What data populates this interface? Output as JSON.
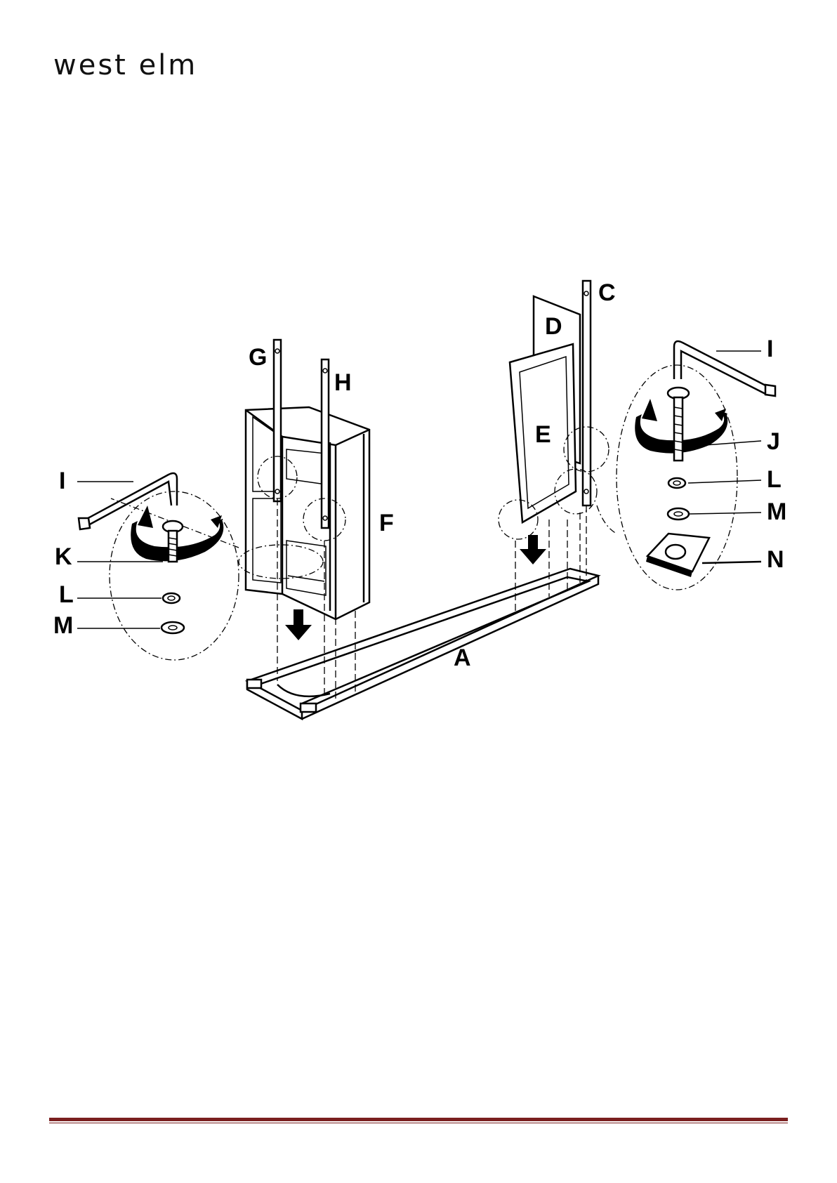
{
  "brand": {
    "text": "west elm"
  },
  "diagram": {
    "labels": {
      "A": "A",
      "C": "C",
      "D": "D",
      "E": "E",
      "F": "F",
      "G": "G",
      "H": "H",
      "I_left": "I",
      "K": "K",
      "L_left": "L",
      "M_left": "M",
      "I_right": "I",
      "J": "J",
      "L_right": "L",
      "M_right": "M",
      "N": "N"
    }
  },
  "colors": {
    "footer_rule": "#7a1f1f",
    "ink": "#000000"
  }
}
